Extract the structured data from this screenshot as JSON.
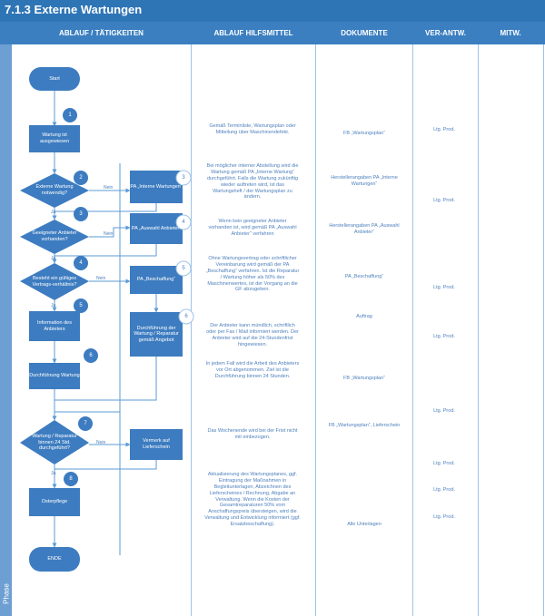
{
  "title": "7.1.3 Externe Wartungen",
  "columns": [
    "ABLAUF / TÄTIGKEITEN",
    "ABLAUF HILFSMITTEL",
    "DOKUMENTE",
    "VER-ANTW.",
    "MITW."
  ],
  "phase_label": "Phase",
  "flow": {
    "start": "Start",
    "end": "ENDE",
    "n1": "Wartung ist ausgewiesen",
    "d1": "Externe Wartung notwendig?",
    "d2": "Geeigneter Anbieter vorhanden?",
    "d3": "Besteht ein gültiges Vertrags-verhältnis?",
    "n5": "Information des Anbieters",
    "n6": "Durchführung Wartung",
    "d4": "Wartung / Reparatur binnen 24 Std. durchgeführt?",
    "n8": "Osterpflege",
    "r3": "PA „Interne Wartungen“",
    "r4": "PA „Auswahl Anbieter“",
    "r5": "PA „Beschaffung“",
    "r6": "Durchführung der Wartung / Reparatur gemäß Angebot",
    "r7": "Vermerk auf Lieferschein",
    "yes": "Ja",
    "no": "Nein",
    "badges": [
      "1",
      "2",
      "3",
      "4",
      "5",
      "6",
      "7",
      "8",
      "3",
      "4",
      "5",
      "6"
    ]
  },
  "hilfsmittel": [
    "Gemäß Terminliste, Wartungsplan oder Mitteilung über Maschinendefekt.",
    "Bei möglicher interner Abstellung wird die Wartung gemäß PA „Interne Wartung“ durchgeführt. Falls die Wartung zukünftig wieder auftreten wird, ist das Wartungsheft / der Wartungsplan zu ändern.",
    "Wenn kein geeigneter Anbieter vorhanden ist, wird gemäß PA „Auswahl Anbieter“ verfahren",
    "Ohne Wartungsvertrag oder schriftlicher Vereinbarung wird gemäß der PA „Beschaffung“ verfahren. Ist die Reparatur / Wartung höher als 50% des Maschinenwertes, ist der Vorgang an die GF abzugeben.",
    "Der Anbieter kann mündlich, schriftlich oder per Fax / Mail informiert werden. Der Anbieter wird auf die 24-Stundenfrist hingewiesen.",
    "In jedem Fall wird die Arbeit des Anbieters vor Ort abgenommen. Ziel ist die Durchführung binnen 24 Stunden.",
    "Das Wochenende wird bei der Frist nicht mit einbezogen.",
    "Aktualisierung des Wartungsplanes, ggf. Eintragung der Maßnahmen in Begleitunterlagen, Abzeichnen des Lieferscheines / Rechnung, Abgabe an Verwaltung. Wenn die Kosten der Gesamtreparaturen 50% vom Anschaffungspreis übersteigen, wird die Verwaltung und Entwicklung informiert (ggf. Ersatzbeschaffung)."
  ],
  "dokumente": [
    "FB „Wartungsplan“",
    "Herstellerangaben PA „Interne Wartungen“",
    "Herstellerangaben PA „Auswahl Anbieter“",
    "PA „Beschaffung“",
    "Auftrag",
    "FB „Wartungsplan“",
    "FB „Wartungsplan“, Lieferschein",
    "Alle Unterlagen"
  ],
  "verantw": [
    "Ltg. Prod.",
    "Ltg. Prod.",
    "Ltg. Prod.",
    "Ltg. Prod.",
    "Ltg. Prod.",
    "Ltg. Prod.",
    "Ltg. Prod.",
    "Ltg. Prod."
  ],
  "colors": {
    "title_bar": "#2e75b6",
    "header": "#3b7fc1",
    "shape": "#3d7cc0",
    "line": "#5b9bd5",
    "text": "#4f81bd"
  }
}
